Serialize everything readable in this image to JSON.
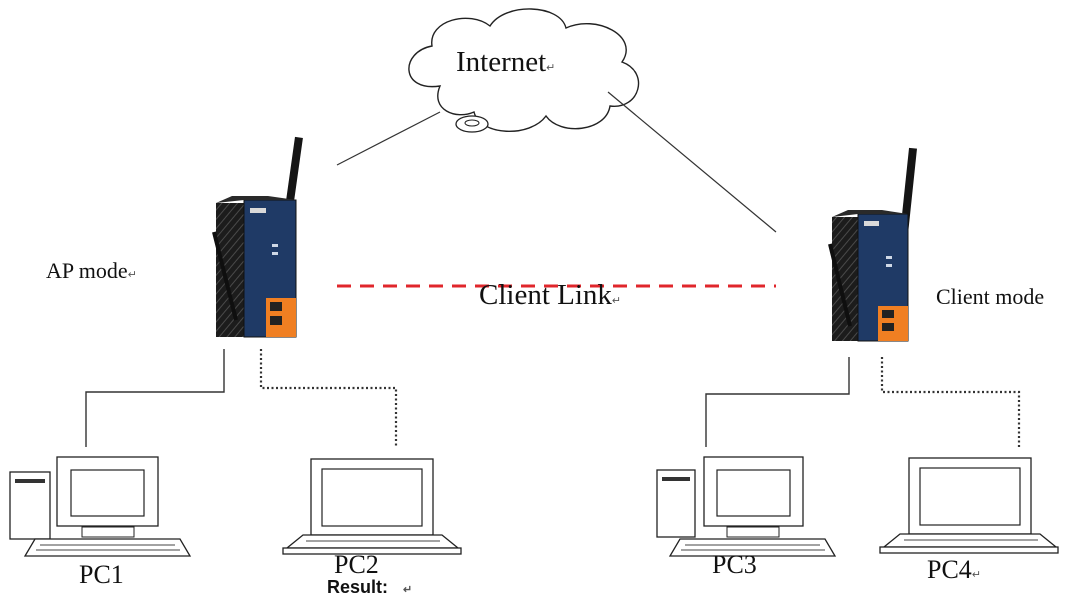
{
  "cloud": {
    "label": "Internet"
  },
  "ap": {
    "label": "AP mode"
  },
  "client": {
    "label": "Client mode"
  },
  "link": {
    "label": "Client Link",
    "color": "#e0262b"
  },
  "pcs": [
    {
      "label": "PC1"
    },
    {
      "label": "PC2"
    },
    {
      "label": "PC3"
    },
    {
      "label": "PC4"
    }
  ],
  "footer": {
    "label": "Result:"
  },
  "marks": {
    "return": "↵"
  },
  "icons": {
    "cloud": "cloud-icon",
    "router": "wireless-router-icon",
    "desktop": "desktop-computer-icon",
    "laptop": "laptop-icon"
  },
  "colors": {
    "device_body": "#1f3a66",
    "device_accent": "#f07f22",
    "device_side": "#2b2b2b",
    "line": "#333333"
  }
}
